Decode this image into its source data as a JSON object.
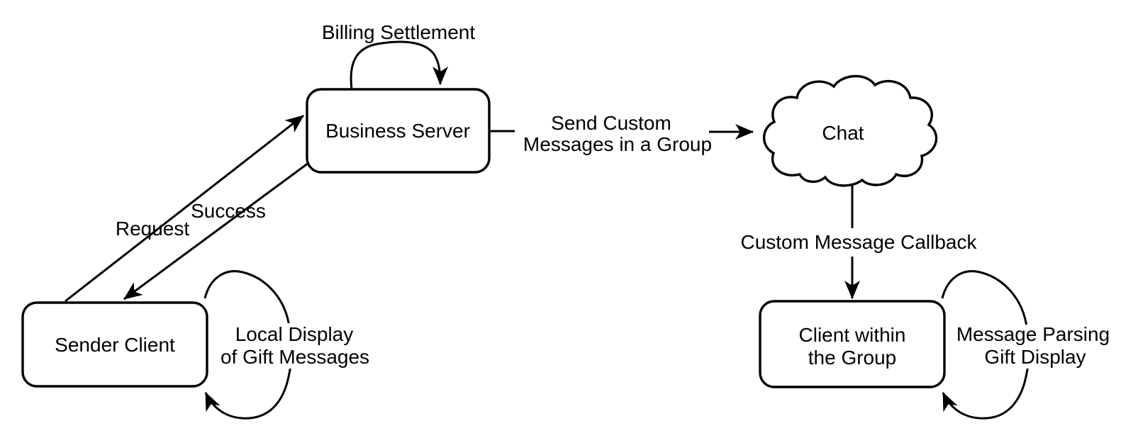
{
  "colors": {
    "background": "#ffffff",
    "line": "#000000",
    "text": "#000000"
  },
  "nodes": {
    "business_server": {
      "label": "Business Server",
      "shape": "rounded-rect"
    },
    "sender_client": {
      "label": "Sender Client",
      "shape": "rounded-rect"
    },
    "group_client": {
      "label_line1": "Client within",
      "label_line2": "the Group",
      "shape": "rounded-rect"
    },
    "chat": {
      "label": "Chat",
      "shape": "cloud"
    }
  },
  "edges": {
    "request": {
      "label": "Request",
      "from": "sender_client",
      "to": "business_server"
    },
    "success": {
      "label": "Success",
      "from": "business_server",
      "to": "sender_client"
    },
    "billing_settlement": {
      "label": "Billing Settlement",
      "from": "business_server",
      "to": "business_server"
    },
    "send_custom_messages": {
      "label_line1": "Send Custom",
      "label_line2": "Messages in a Group",
      "from": "business_server",
      "to": "chat"
    },
    "custom_message_callback": {
      "label": "Custom Message Callback",
      "from": "chat",
      "to": "group_client"
    },
    "local_gift_display": {
      "label_line1": "Local Display",
      "label_line2": "of Gift Messages",
      "from": "sender_client",
      "to": "sender_client"
    },
    "message_parsing_gift_display": {
      "label_line1": "Message Parsing",
      "label_line2": "Gift Display",
      "from": "group_client",
      "to": "group_client"
    }
  }
}
